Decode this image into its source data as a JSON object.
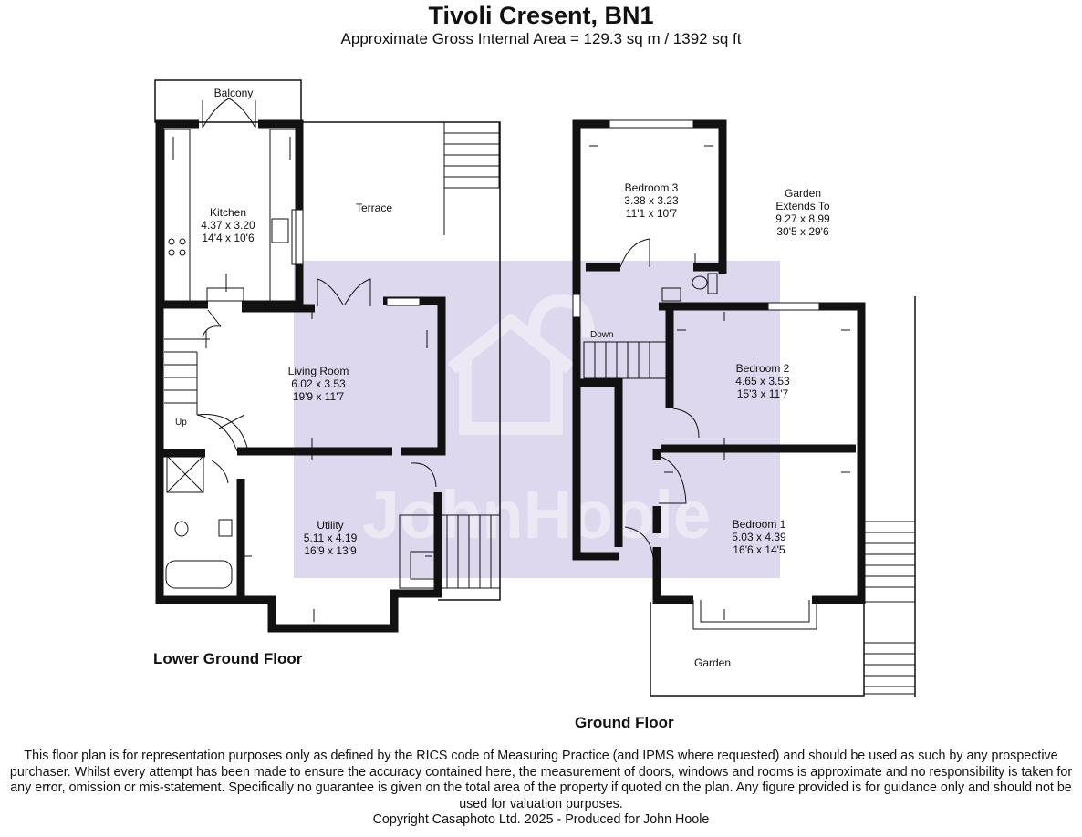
{
  "header": {
    "title": "Tivoli Cresent, BN1",
    "area": "Approximate Gross Internal Area = 129.3 sq m / 1392 sq ft"
  },
  "lower_ground": {
    "floor_label": "Lower Ground Floor",
    "balcony": "Balcony",
    "kitchen": {
      "name": "Kitchen",
      "metric": "4.37 x 3.20",
      "imperial": "14'4 x 10'6"
    },
    "terrace": "Terrace",
    "living_room": {
      "name": "Living Room",
      "metric": "6.02 x 3.53",
      "imperial": "19'9 x 11'7"
    },
    "utility": {
      "name": "Utility",
      "metric": "5.11 x 4.19",
      "imperial": "16'9 x 13'9"
    },
    "up": "Up"
  },
  "ground": {
    "floor_label": "Ground Floor",
    "bedroom3": {
      "name": "Bedroom 3",
      "metric": "3.38 x 3.23",
      "imperial": "11'1 x 10'7"
    },
    "garden_right": {
      "name": "Garden",
      "line2": "Extends To",
      "metric": "9.27 x 8.99",
      "imperial": "30'5 x 29'6"
    },
    "down": "Down",
    "bedroom2": {
      "name": "Bedroom 2",
      "metric": "4.65 x 3.53",
      "imperial": "15'3 x 11'7"
    },
    "bedroom1": {
      "name": "Bedroom 1",
      "metric": "5.03 x 4.39",
      "imperial": "16'6 x 14'5"
    },
    "garden_front": "Garden"
  },
  "watermark": {
    "text": "JohnHoole",
    "color": "#cdc6e4"
  },
  "colors": {
    "wall": "#111111",
    "watermark_block": "#ddd8ee"
  },
  "footer": {
    "disclaimer": "This floor plan is for representation purposes only as defined by the RICS code of Measuring Practice (and IPMS where requested) and should be used as such by any prospective purchaser. Whilst every attempt has been made to ensure the accuracy contained here, the measurement of doors, windows and rooms is approximate and no responsibility is taken for any error, omission or mis-statement. Specifically no guarantee is given on the total area of the property if quoted on the plan. Any figure provided is for guidance only and should not be used for valuation purposes.",
    "copyright": "Copyright Casaphoto Ltd. 2025 - Produced for John Hoole"
  }
}
